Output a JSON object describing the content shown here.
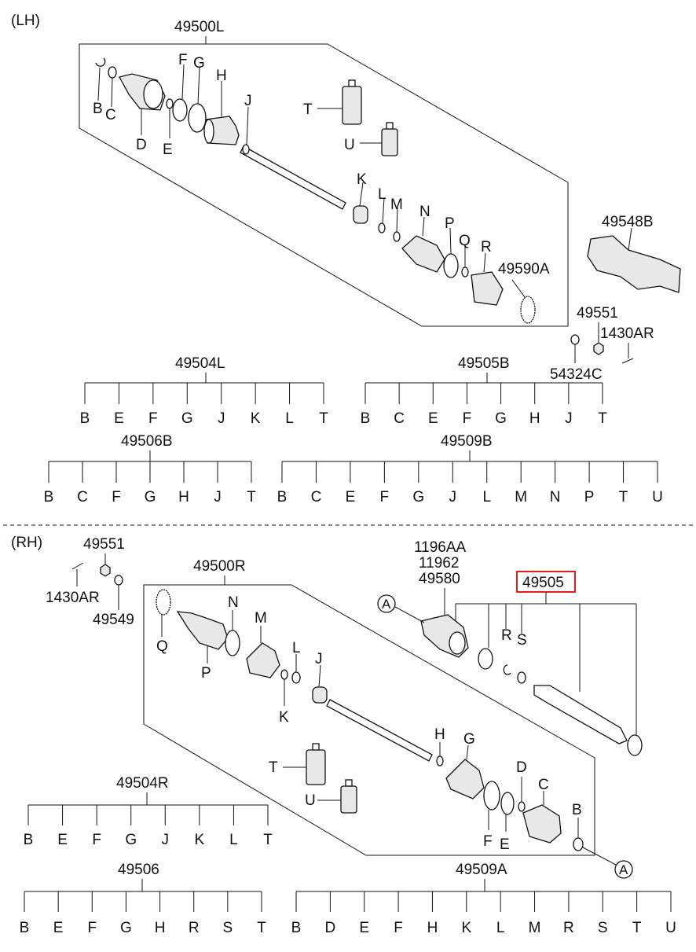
{
  "lh": {
    "section": "(LH)",
    "assembly": "49500L",
    "parts": {
      "B": "B",
      "C": "C",
      "D": "D",
      "E": "E",
      "F": "F",
      "G": "G",
      "H": "H",
      "J": "J",
      "K": "K",
      "L": "L",
      "M": "M",
      "N": "N",
      "P": "P",
      "Q": "Q",
      "R": "R",
      "T": "T",
      "U": "U",
      "ring": "49590A"
    },
    "bracket": "49548B",
    "nut": "49551",
    "bolt": "1430AR",
    "washer": "54324C",
    "kits": [
      {
        "code": "49504L",
        "items": [
          "B",
          "E",
          "F",
          "G",
          "J",
          "K",
          "L",
          "T"
        ]
      },
      {
        "code": "49505B",
        "items": [
          "B",
          "C",
          "E",
          "F",
          "G",
          "H",
          "J",
          "T"
        ]
      },
      {
        "code": "49506B",
        "items": [
          "B",
          "C",
          "F",
          "G",
          "H",
          "J",
          "T"
        ]
      },
      {
        "code": "49509B",
        "items": [
          "B",
          "C",
          "E",
          "F",
          "G",
          "J",
          "L",
          "M",
          "N",
          "P",
          "T",
          "U"
        ]
      }
    ]
  },
  "rh": {
    "section": "(RH)",
    "assembly": "49500R",
    "nut": "49551",
    "bolt": "1430AR",
    "washer": "49549",
    "bearing_parts": [
      "1196AA",
      "11962",
      "49580"
    ],
    "highlight": "49505",
    "circle_ref": "A",
    "parts": {
      "Q": "Q",
      "P": "P",
      "N": "N",
      "M": "M",
      "K": "K",
      "L": "L",
      "J": "J",
      "H": "H",
      "G": "G",
      "T": "T",
      "U": "U",
      "F": "F",
      "E": "E",
      "D": "D",
      "C": "C",
      "B": "B",
      "R": "R",
      "S": "S"
    },
    "kits": [
      {
        "code": "49504R",
        "items": [
          "B",
          "E",
          "F",
          "G",
          "J",
          "K",
          "L",
          "T"
        ]
      },
      {
        "code": "49506",
        "items": [
          "B",
          "E",
          "F",
          "G",
          "H",
          "R",
          "S",
          "T"
        ]
      },
      {
        "code": "49509A",
        "items": [
          "B",
          "D",
          "E",
          "F",
          "H",
          "K",
          "L",
          "M",
          "R",
          "S",
          "T",
          "U"
        ]
      }
    ]
  }
}
